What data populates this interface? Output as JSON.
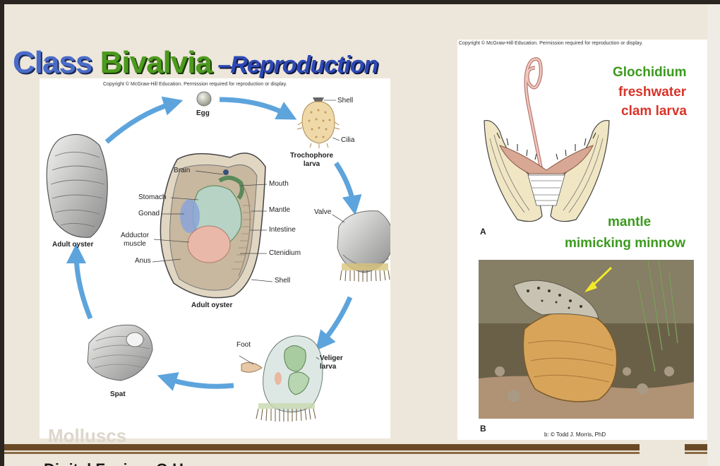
{
  "title": {
    "part1": "Class ",
    "part2": "Bivalvia",
    "part3": " –Reproduction"
  },
  "left_figure": {
    "copyright": "Copyright © McGraw-Hill Education. Permission required for reproduction or display.",
    "labels": {
      "egg": "Egg",
      "shell_top": "Shell",
      "cilia": "Cilia",
      "trochophore": "Trochophore\nlarva",
      "valve": "Valve",
      "veliger": "Veliger\nlarva",
      "foot": "Foot",
      "spat": "Spat",
      "adult_oyster_left": "Adult oyster",
      "adult_oyster_center": "Adult oyster",
      "brain": "Brain",
      "mouth": "Mouth",
      "stomach": "Stomach",
      "gonad": "Gonad",
      "mantle": "Mantle",
      "intestine": "Intestine",
      "adductor": "Adductor\nmuscle",
      "ctenidium": "Ctenidium",
      "anus": "Anus",
      "shell_center": "Shell"
    }
  },
  "right_figure": {
    "copyright": "Copyright © McGraw-Hill Education. Permission required for reproduction or display.",
    "glochidium": "Glochidium",
    "freshwater": "freshwater",
    "clam_larva": "clam larva",
    "mantle_label": "mantle",
    "mimicking": "mimicking minnow",
    "letter_a": "A",
    "letter_b": "B",
    "credit": "b: © Todd J. Morris, PhD"
  },
  "colors": {
    "title_class": "#4a6cc8",
    "title_bivalvia": "#4c9a1e",
    "title_reproduction": "#2d49b6",
    "green_label": "#3c9a1e",
    "red_label": "#d8342a",
    "arrow": "#5da4dc",
    "rule": "#6a4a26"
  },
  "watermark": "Molluscs",
  "footer": "Digital Fusion: Q.H..."
}
